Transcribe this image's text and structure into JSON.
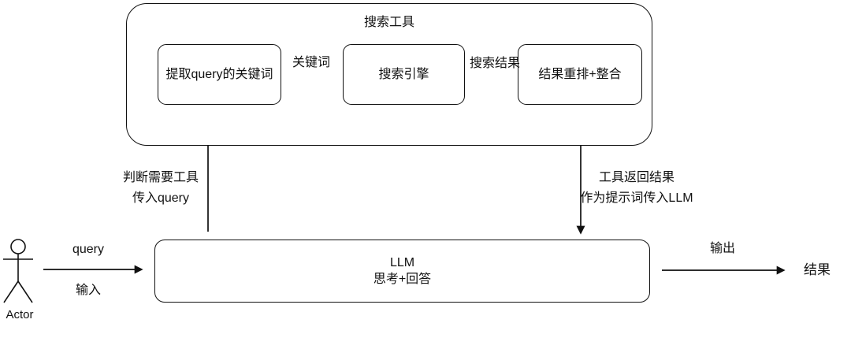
{
  "canvas": {
    "background_color": "#ffffff",
    "stroke_color": "#111111",
    "text_color": "#111111"
  },
  "tool_container": {
    "title": "搜索工具"
  },
  "nodes": {
    "extract": {
      "label": "提取query的关键词"
    },
    "engine": {
      "label": "搜索引擎"
    },
    "rerank": {
      "label": "结果重排+整合"
    },
    "llm": {
      "line1": "LLM",
      "line2": "思考+回答"
    }
  },
  "edges": {
    "keywords": {
      "label": "关键词"
    },
    "search_results": {
      "label": "搜索结果"
    },
    "llm_to_tool": {
      "line1": "判断需要工具",
      "line2": "传入query"
    },
    "tool_to_llm": {
      "line1": "工具返回结果",
      "line2": "作为提示词传入LLM"
    },
    "actor_to_llm": {
      "label_top": "query",
      "label_bottom": "输入"
    },
    "llm_to_result": {
      "label": "输出"
    }
  },
  "actor": {
    "label": "Actor"
  },
  "result": {
    "label": "结果"
  }
}
